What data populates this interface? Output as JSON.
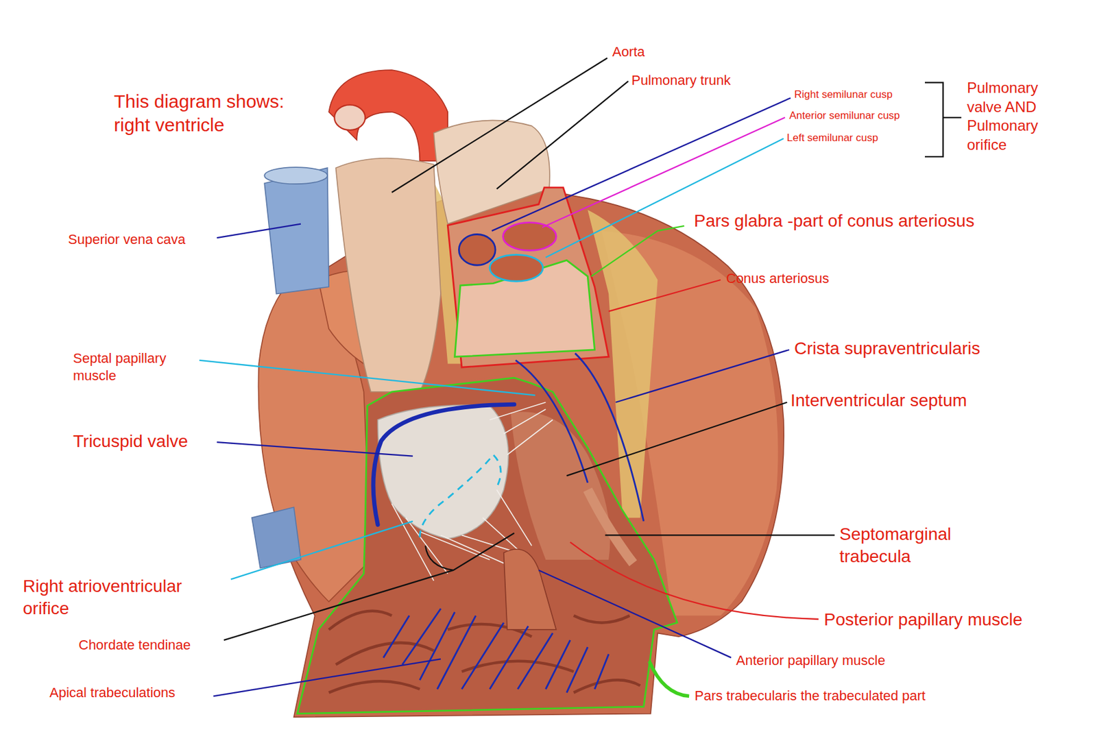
{
  "diagram": {
    "title": "This diagram shows: right ventricle",
    "labels": [
      "Aorta",
      "Pulmonary trunk",
      "Right semilunar cusp",
      "Anterior semilunar cusp",
      "Left semilunar cusp",
      "Pulmonary valve AND Pulmonary orifice",
      "Pars glabra -part of conus arteriosus",
      "Superior vena cava",
      "Conus arteriosus",
      "Crista supraventricularis",
      "Interventricular septum",
      "Septal papillary muscle",
      "Tricuspid valve",
      "Septomarginal trabecula",
      "Right atrioventricular orifice",
      "Posterior papillary muscle",
      "Chordate tendinae",
      "Anterior papillary muscle",
      "Apical trabeculations",
      "Pars trabecularis the trabeculated part"
    ]
  }
}
